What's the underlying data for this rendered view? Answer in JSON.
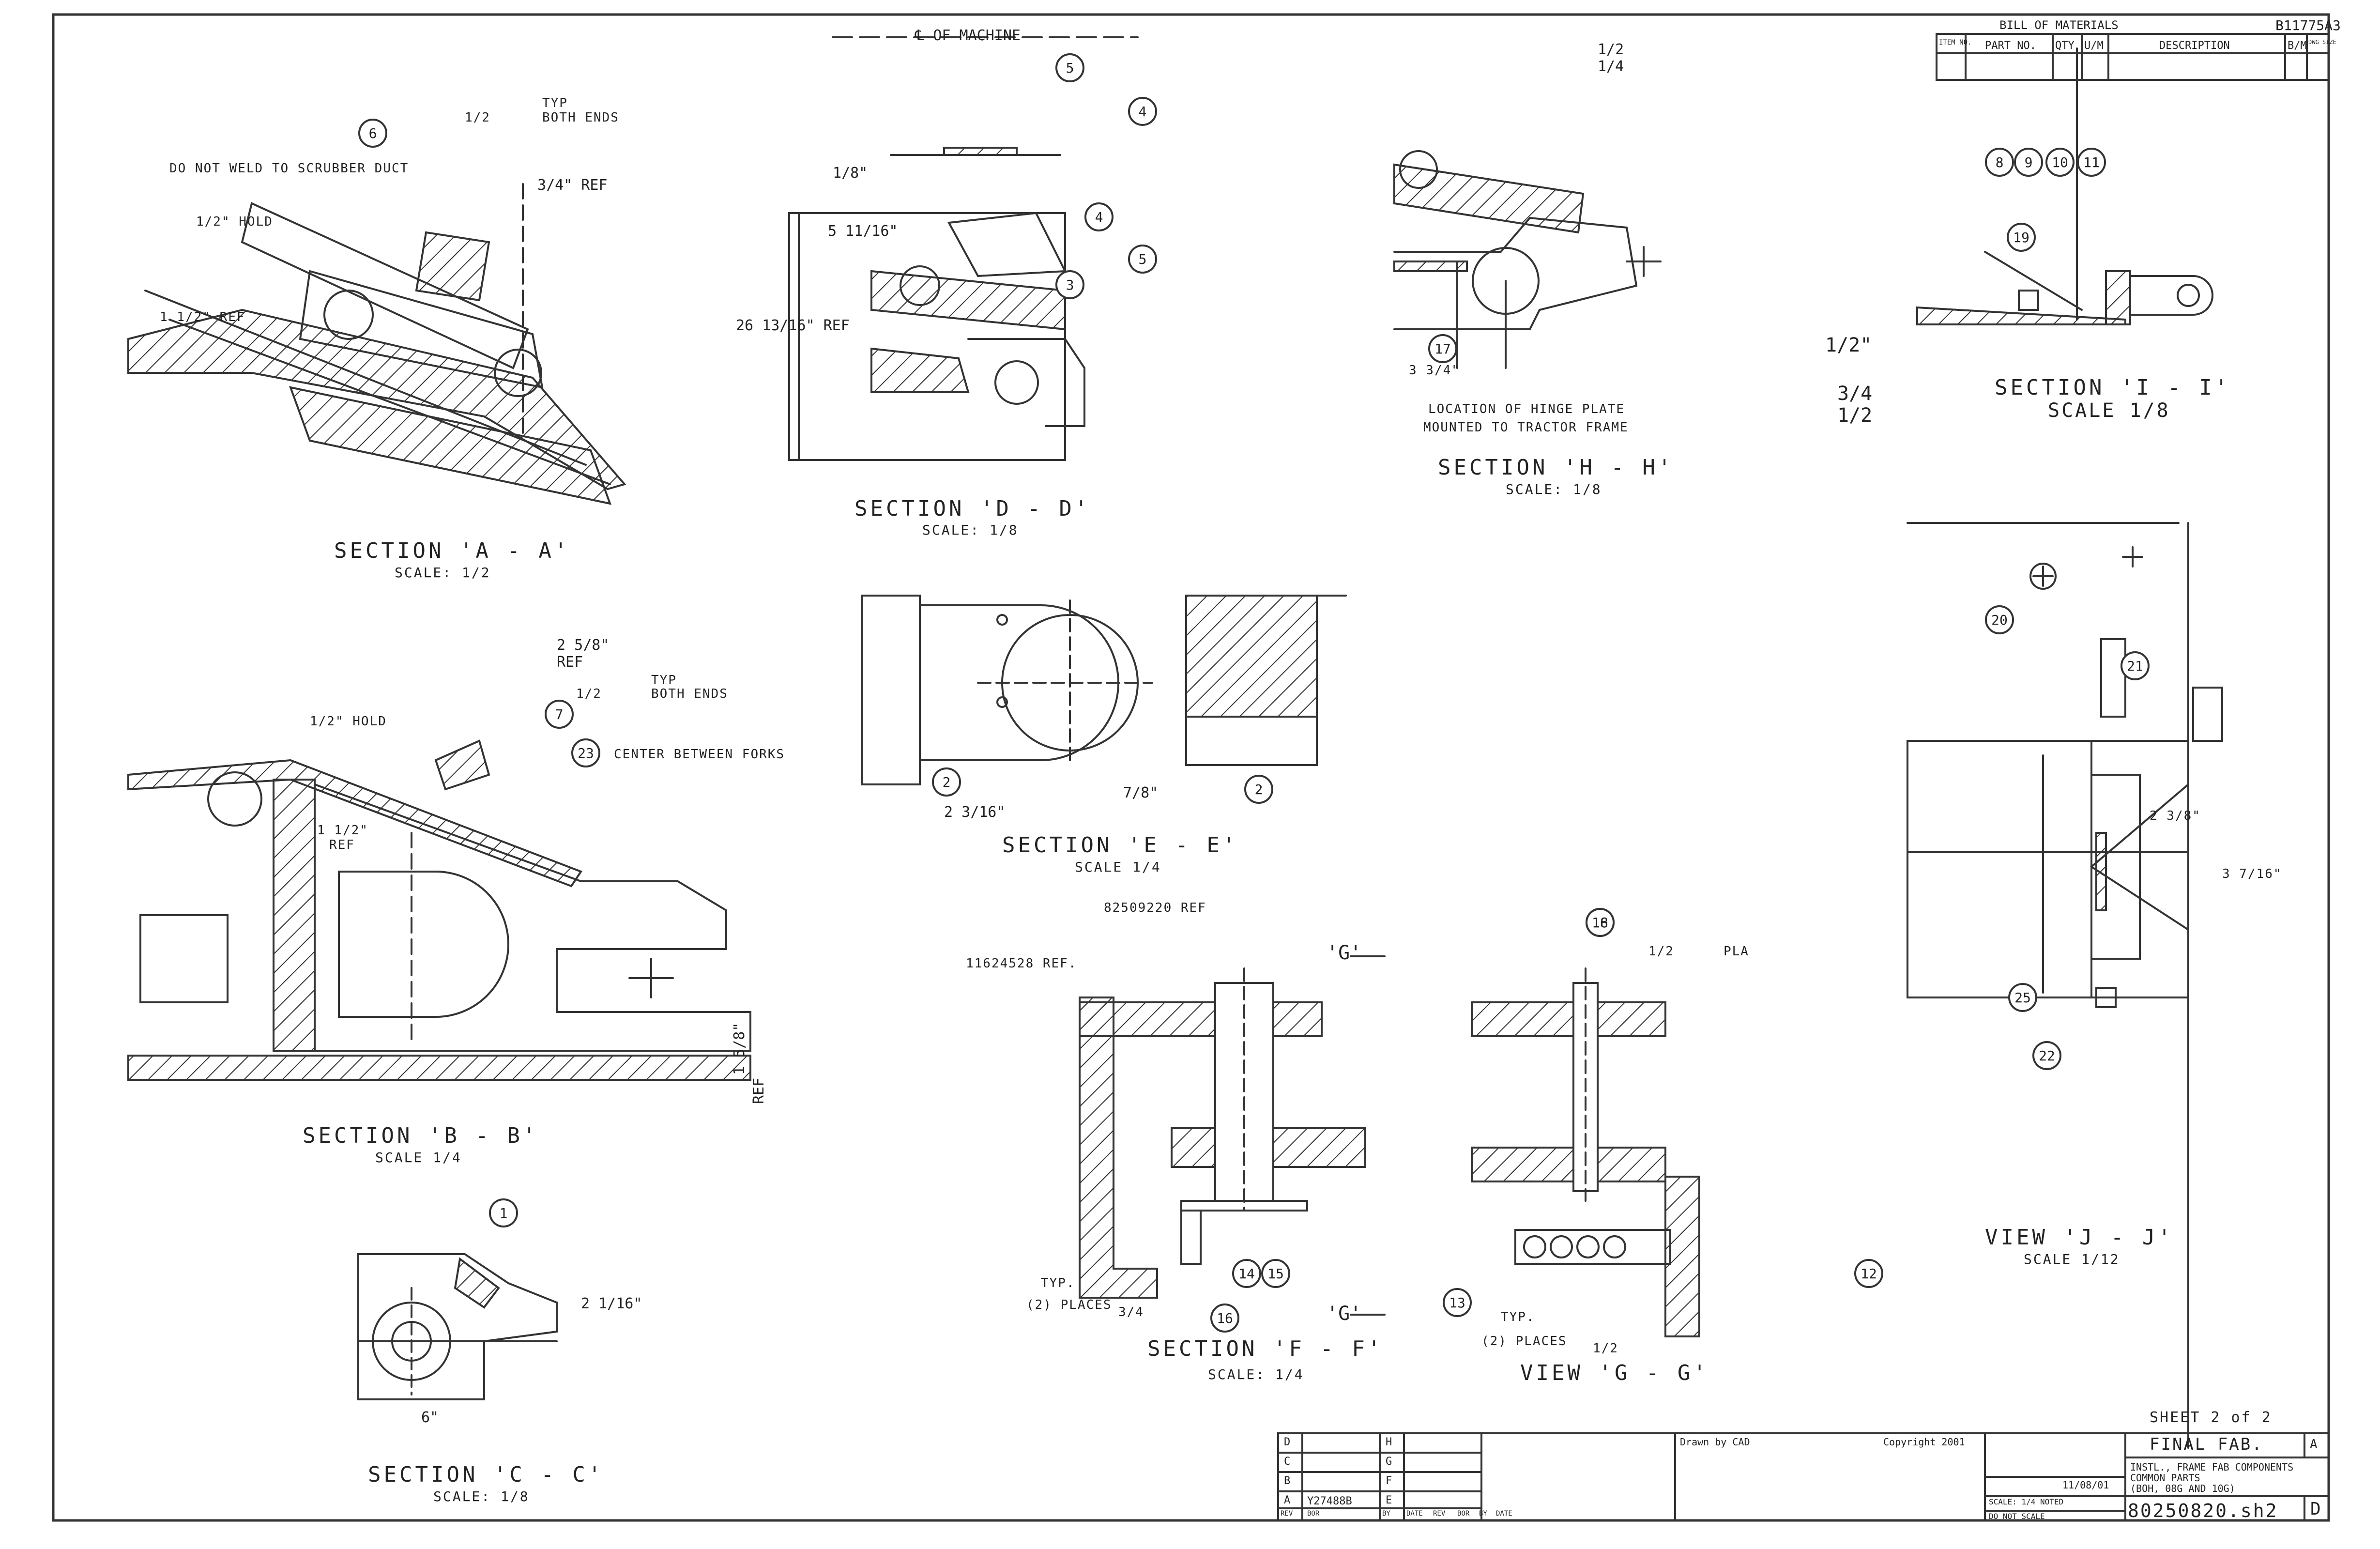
{
  "titleblock": {
    "drawing_number_top": "B11775A3",
    "sheet": "SHEET 2 of 2",
    "stage": "FINAL FAB.",
    "title_lines": [
      "INSTL., FRAME FAB COMPONENTS",
      "COMMON PARTS",
      "(BOH, 08G AND 10G)"
    ],
    "drawing_number": "80250820.sh2",
    "size_code": "D",
    "rev_letter": "A",
    "cad_note": "Drawn by CAD",
    "copyright": "Copyright 2001",
    "date": "11/08/01",
    "scale_note": "SCALE: 1/4  NOTED",
    "do_not_scale": "DO NOT SCALE",
    "change_ref": "Y27488B",
    "rev_header": [
      "REV",
      "BOR",
      "BY",
      "DATE",
      "REV",
      "BOR",
      "BY",
      "DATE"
    ],
    "rev_rows_left": [
      "D",
      "C",
      "B",
      "A"
    ],
    "rev_rows_right": [
      "H",
      "G",
      "F",
      "E"
    ]
  },
  "bom": {
    "header_title": "BILL OF MATERIALS",
    "columns": [
      "ITEM NO.",
      "PART NO.",
      "QTY",
      "U/M",
      "DESCRIPTION",
      "B/M",
      "DWG SIZE"
    ]
  },
  "centerline_label": "℄ OF MACHINE",
  "sections": [
    {
      "id": "AA",
      "title": "SECTION 'A - A'",
      "scale": "SCALE: 1/2"
    },
    {
      "id": "BB",
      "title": "SECTION 'B - B'",
      "scale": "SCALE 1/4"
    },
    {
      "id": "CC",
      "title": "SECTION 'C - C'",
      "scale": "SCALE: 1/8"
    },
    {
      "id": "DD",
      "title": "SECTION 'D - D'",
      "scale": "SCALE: 1/8"
    },
    {
      "id": "EE",
      "title": "SECTION 'E - E'",
      "scale": "SCALE 1/4"
    },
    {
      "id": "FF",
      "title": "SECTION 'F - F'",
      "scale": "SCALE: 1/4"
    },
    {
      "id": "GG",
      "title": "VIEW 'G - G'",
      "scale": ""
    },
    {
      "id": "HH",
      "title": "SECTION 'H - H'",
      "scale": "SCALE: 1/8"
    },
    {
      "id": "II",
      "title": "SECTION 'I - I'",
      "scale": "SCALE 1/8"
    },
    {
      "id": "JJ",
      "title": "VIEW 'J - J'",
      "scale": "SCALE 1/12"
    }
  ],
  "notes": {
    "aa_no_weld": "DO NOT WELD TO SCRUBBER DUCT",
    "aa_hold": "1/2\" HOLD",
    "aa_ref": "1 1/2\" REF",
    "aa_dim": "3/4\" REF",
    "aa_typ": "TYP",
    "aa_both": "BOTH ENDS",
    "aa_weld": "1/2",
    "bb_hold": "1/2\" HOLD",
    "bb_ref": "1 1/2\"",
    "bb_ref2": "REF",
    "bb_dim": "2 5/8\"",
    "bb_dimref": "REF",
    "bb_typ": "TYP",
    "bb_both": "BOTH ENDS",
    "bb_weld": "1/2",
    "bb_center": "CENTER BETWEEN FORKS",
    "bb_vert": "1 5/8\"",
    "bb_vertref": "REF",
    "cc_dim1": "2 1/16\"",
    "cc_dim2": "6\"",
    "dd_dim1": "1/8\"",
    "dd_dim2": "5 11/16\"",
    "dd_dim3": "26 13/16\" REF",
    "ee_dim1": "2 3/16\"",
    "ee_dim2": "7/8\"",
    "ff_ref1": "82509220 REF",
    "ff_ref2": "11624528 REF.",
    "ff_g1": "'G'",
    "ff_g2": "'G'",
    "ff_typ": "TYP.",
    "ff_places": "(2) PLACES",
    "ff_weld": "3/4",
    "gg_weld": "1/2",
    "gg_pla": "PLA",
    "gg_typ": "TYP.",
    "gg_places": "(2) PLACES",
    "gg_weld2": "1/2",
    "hh_weld1": "1/2",
    "hh_weld2": "1/4",
    "hh_dim": "3 3/4\"",
    "hh_note1": "LOCATION OF HINGE PLATE",
    "hh_note2": "MOUNTED TO TRACTOR FRAME",
    "ii_dim1": "1/2\"",
    "ii_weld1": "3/4",
    "ii_weld2": "1/2",
    "jj_dim1": "2 3/8\"",
    "jj_dim2": "3 7/16\""
  },
  "balloons": [
    "1",
    "2",
    "2",
    "3",
    "4",
    "4",
    "5",
    "5",
    "6",
    "7",
    "8",
    "9",
    "10",
    "11",
    "12",
    "13",
    "14",
    "15",
    "16",
    "16",
    "17",
    "18",
    "19",
    "20",
    "21",
    "22",
    "23",
    "25"
  ]
}
